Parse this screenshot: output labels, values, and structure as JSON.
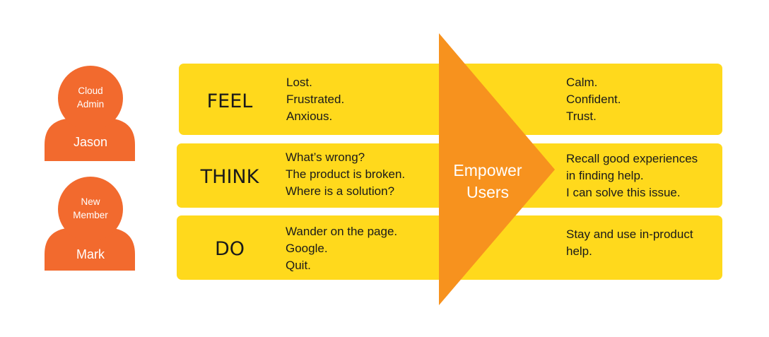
{
  "colors": {
    "band": "#ffd91c",
    "arrow": "#f7921e",
    "person": "#f26a2e",
    "text": "#1a1a1a",
    "label_on_orange": "#ffffff"
  },
  "personas": [
    {
      "role_lines": [
        "Cloud",
        "Admin"
      ],
      "name": "Jason",
      "icon": "person-icon"
    },
    {
      "role_lines": [
        "New",
        "Member"
      ],
      "name": "Mark",
      "icon": "person-icon"
    }
  ],
  "rows": [
    {
      "label": "FEEL",
      "before": [
        "Lost.",
        "Frustrated.",
        "Anxious."
      ],
      "after": [
        "Calm.",
        "Confident.",
        "Trust."
      ]
    },
    {
      "label": "THINK",
      "before": [
        "What’s wrong?",
        "The product is broken.",
        "Where is a solution?"
      ],
      "after": [
        "Recall good experiences",
        "in finding help.",
        "I can solve this issue."
      ]
    },
    {
      "label": "DO",
      "before": [
        "Wander on the page.",
        "Google.",
        "Quit."
      ],
      "after": [
        "Stay and use in-product",
        "help."
      ]
    }
  ],
  "arrow": {
    "lines": [
      "Empower",
      "Users"
    ],
    "icon": "right-arrow-icon"
  }
}
